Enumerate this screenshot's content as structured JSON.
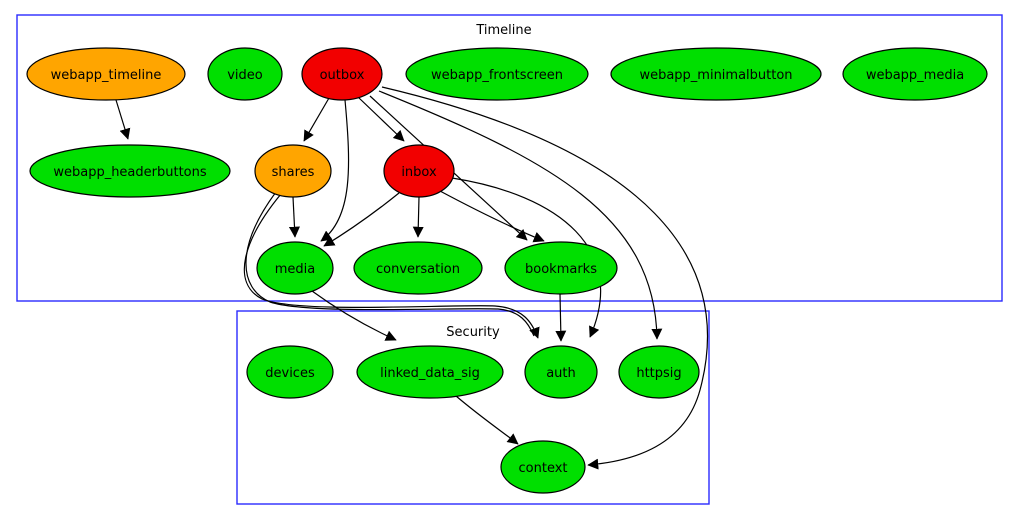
{
  "clusters": [
    {
      "id": "timeline",
      "label": "Timeline"
    },
    {
      "id": "security",
      "label": "Security"
    }
  ],
  "colors": {
    "green": "#00df00",
    "orange": "#ffa500",
    "red": "#f20000",
    "cluster_border": "#2a2aff",
    "edge": "#000000"
  },
  "nodes": [
    {
      "id": "webapp_timeline",
      "label": "webapp_timeline",
      "status_color": "orange",
      "cluster": "Timeline"
    },
    {
      "id": "video",
      "label": "video",
      "status_color": "green",
      "cluster": "Timeline"
    },
    {
      "id": "outbox",
      "label": "outbox",
      "status_color": "red",
      "cluster": "Timeline"
    },
    {
      "id": "webapp_frontscreen",
      "label": "webapp_frontscreen",
      "status_color": "green",
      "cluster": "Timeline"
    },
    {
      "id": "webapp_minimalbutton",
      "label": "webapp_minimalbutton",
      "status_color": "green",
      "cluster": "Timeline"
    },
    {
      "id": "webapp_media",
      "label": "webapp_media",
      "status_color": "green",
      "cluster": "Timeline"
    },
    {
      "id": "webapp_headerbuttons",
      "label": "webapp_headerbuttons",
      "status_color": "green",
      "cluster": "Timeline"
    },
    {
      "id": "shares",
      "label": "shares",
      "status_color": "orange",
      "cluster": "Timeline"
    },
    {
      "id": "inbox",
      "label": "inbox",
      "status_color": "red",
      "cluster": "Timeline"
    },
    {
      "id": "media",
      "label": "media",
      "status_color": "green",
      "cluster": "Timeline"
    },
    {
      "id": "conversation",
      "label": "conversation",
      "status_color": "green",
      "cluster": "Timeline"
    },
    {
      "id": "bookmarks",
      "label": "bookmarks",
      "status_color": "green",
      "cluster": "Timeline"
    },
    {
      "id": "devices",
      "label": "devices",
      "status_color": "green",
      "cluster": "Security"
    },
    {
      "id": "linked_data_sig",
      "label": "linked_data_sig",
      "status_color": "green",
      "cluster": "Security"
    },
    {
      "id": "auth",
      "label": "auth",
      "status_color": "green",
      "cluster": "Security"
    },
    {
      "id": "httpsig",
      "label": "httpsig",
      "status_color": "green",
      "cluster": "Security"
    },
    {
      "id": "context",
      "label": "context",
      "status_color": "green",
      "cluster": "Security"
    }
  ],
  "edges": [
    {
      "from": "webapp_timeline",
      "to": "webapp_headerbuttons"
    },
    {
      "from": "outbox",
      "to": "shares"
    },
    {
      "from": "outbox",
      "to": "inbox"
    },
    {
      "from": "outbox",
      "to": "media"
    },
    {
      "from": "outbox",
      "to": "bookmarks"
    },
    {
      "from": "outbox",
      "to": "httpsig"
    },
    {
      "from": "outbox",
      "to": "context"
    },
    {
      "from": "inbox",
      "to": "media"
    },
    {
      "from": "inbox",
      "to": "conversation"
    },
    {
      "from": "inbox",
      "to": "bookmarks"
    },
    {
      "from": "inbox",
      "to": "auth"
    },
    {
      "from": "shares",
      "to": "media"
    },
    {
      "from": "shares",
      "to": "auth"
    },
    {
      "from": "bookmarks",
      "to": "auth"
    },
    {
      "from": "media",
      "to": "linked_data_sig"
    },
    {
      "from": "linked_data_sig",
      "to": "context"
    }
  ]
}
